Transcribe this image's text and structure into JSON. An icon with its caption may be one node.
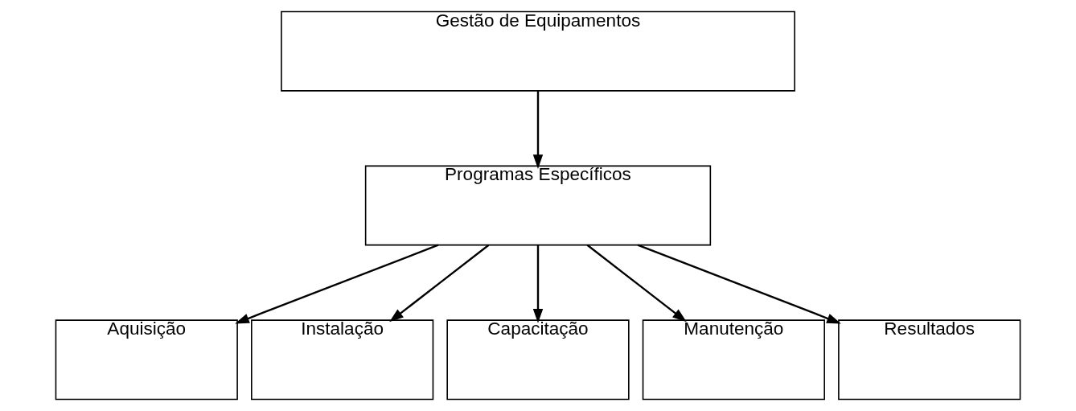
{
  "diagram": {
    "nodes": [
      {
        "text": [
          "Gestão de Equipamentos"
        ]
      },
      {
        "text": [
          "Programas Específicos"
        ]
      },
      {
        "text": [
          "Aquisição"
        ]
      },
      {
        "text": [
          "Instalação"
        ]
      },
      {
        "text": [
          "Capacitação"
        ]
      },
      {
        "text": [
          "Manutenção"
        ]
      },
      {
        "text": [
          "Resultados"
        ]
      }
    ],
    "edges": [
      {
        "from": 0,
        "to": 1,
        "arrow": "to"
      },
      {
        "from": 1,
        "to": 2,
        "arrow": "to"
      },
      {
        "from": 1,
        "to": 3,
        "arrow": "to"
      },
      {
        "from": 1,
        "to": 4,
        "arrow": "to"
      },
      {
        "from": 1,
        "to": 5,
        "arrow": "to"
      },
      {
        "from": 1,
        "to": 6,
        "arrow": "to"
      }
    ]
  }
}
